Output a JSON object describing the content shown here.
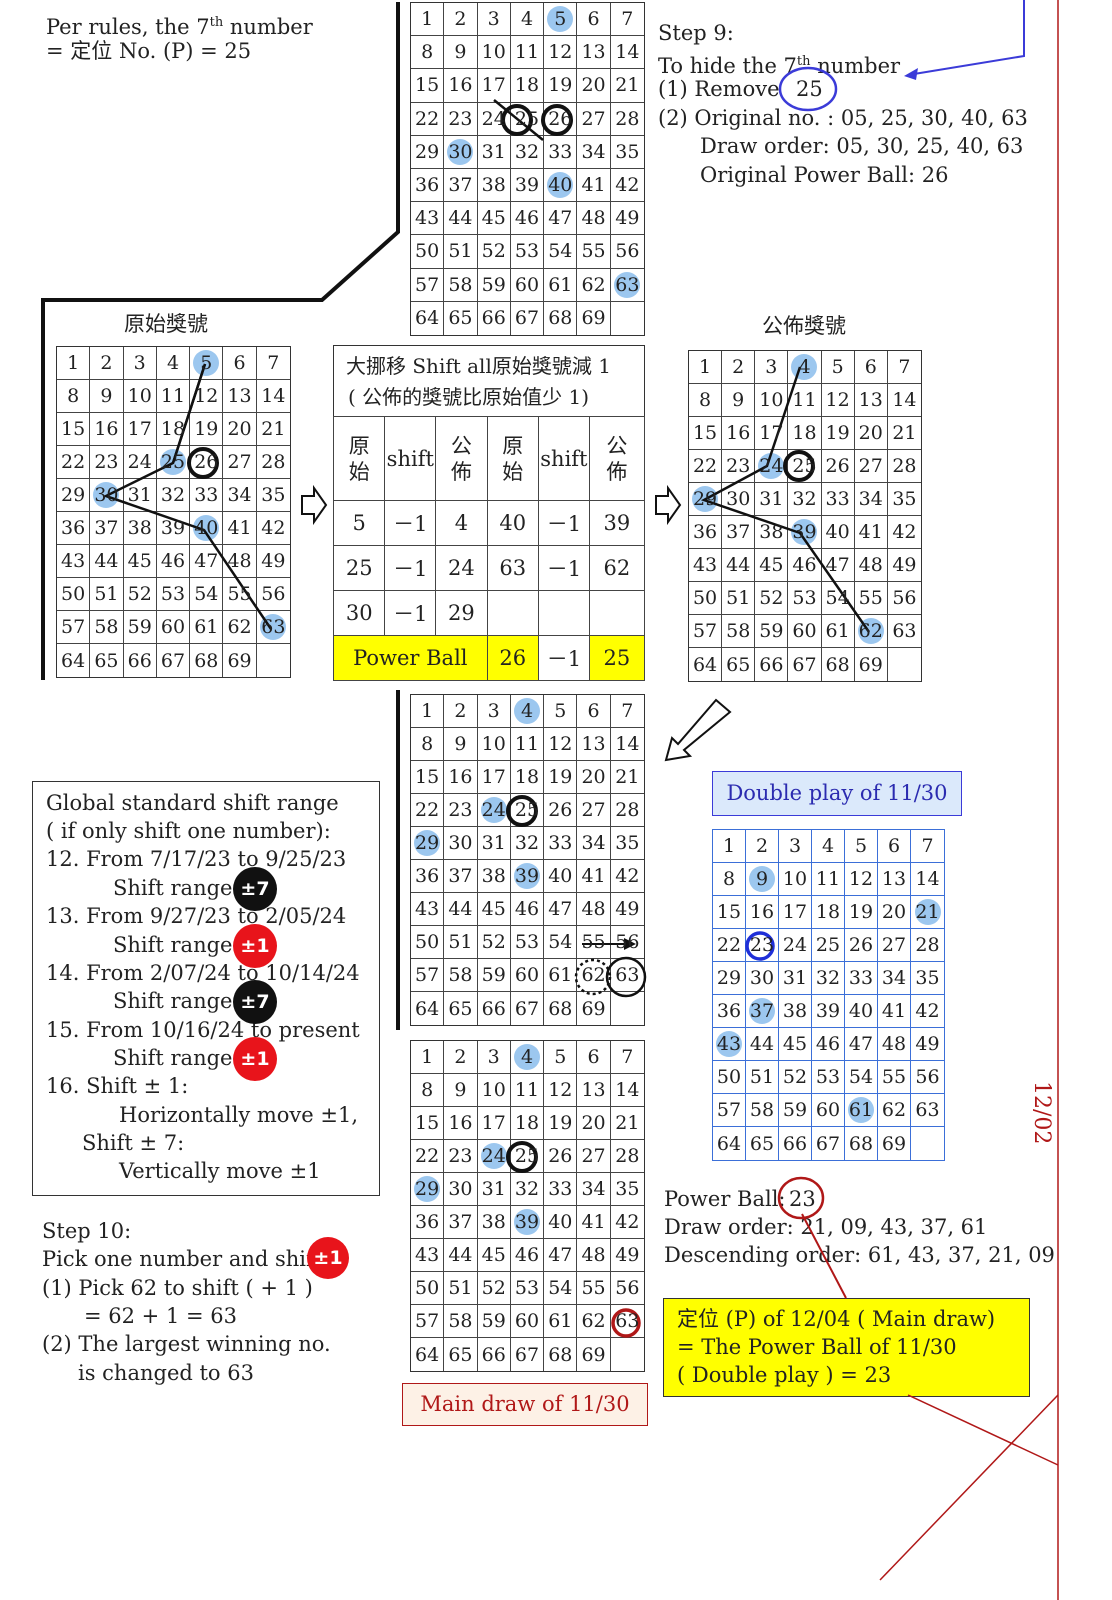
{
  "note_top": {
    "line1_prefix": "Per rules, the 7",
    "line1_sup": "th",
    "line1_suffix": " number",
    "line2": "= 定位 No. (P) = 25"
  },
  "step9": {
    "title": "Step 9:",
    "line1_prefix": "To hide the 7",
    "line1_sup": "th",
    "line1_suffix": " number",
    "line2": "(1) Remove",
    "removed": "25",
    "line3": "(2) Original no. : 05, 25, 30, 40, 63",
    "line4": "Draw order: 05, 30, 25, 40, 63",
    "line5": "Original Power Ball: 26"
  },
  "label_original": "原始獎號",
  "label_published": "公佈獎號",
  "shift_table": {
    "title1": "大挪移 Shift all原始獎號減 1",
    "title2": "( 公佈的獎號比原始值少 1)",
    "h_orig": "原\n始",
    "h_shift": "shift",
    "h_pub": "公\n佈",
    "rows": [
      [
        "5",
        "－1",
        "4",
        "40",
        "－1",
        "39"
      ],
      [
        "25",
        "－1",
        "24",
        "63",
        "－1",
        "62"
      ],
      [
        "30",
        "－1",
        "29",
        "",
        "",
        ""
      ]
    ],
    "pb_label": "Power Ball",
    "pb_orig": "26",
    "pb_shift": "－1",
    "pb_pub": "25"
  },
  "global_box": {
    "lines": [
      "Global standard shift range",
      "( if only shift one number):",
      "12. From 7/17/23 to 9/25/23",
      "Shift range:",
      "13. From 9/27/23 to 2/05/24",
      "Shift range:",
      "14. From 2/07/24 to 10/14/24",
      "Shift range:",
      "15. From 10/16/24 to present",
      "Shift range:",
      "16. Shift ± 1:",
      "Horizontally move ±1,",
      "Shift ± 7:",
      "Vertically move ±1"
    ],
    "badges": [
      "±7",
      "±1",
      "±7",
      "±1"
    ]
  },
  "step10": {
    "title": "Step 10:",
    "line1": "Pick one number and shift",
    "badge": "±1",
    "line2": "(1) Pick 62 to shift ( + 1 )",
    "line3": "= 62 + 1 = 63",
    "line4": "(2) The largest winning no.",
    "line5": "is changed to 63"
  },
  "double_play_label": "Double play of 11/30",
  "main_draw_label": "Main draw of 11/30",
  "power_ball": {
    "label": "Power Ball:",
    "value": "23",
    "draw_order": "Draw order:  21, 09, 43, 37, 61",
    "descending": "Descending order:  61, 43, 37, 21, 09"
  },
  "yellow_note": {
    "line1": "定位 (P) of 12/04 ( Main draw)",
    "line2": "= The Power Ball of 11/30",
    "line3": "( Double play ) = 23"
  },
  "side_date": "12/02",
  "colors": {
    "highlight": "#9cc7ef",
    "red": "#e8141b",
    "yellow": "#ffff00",
    "blue": "#3b3bd8",
    "darkred": "#b01818"
  }
}
